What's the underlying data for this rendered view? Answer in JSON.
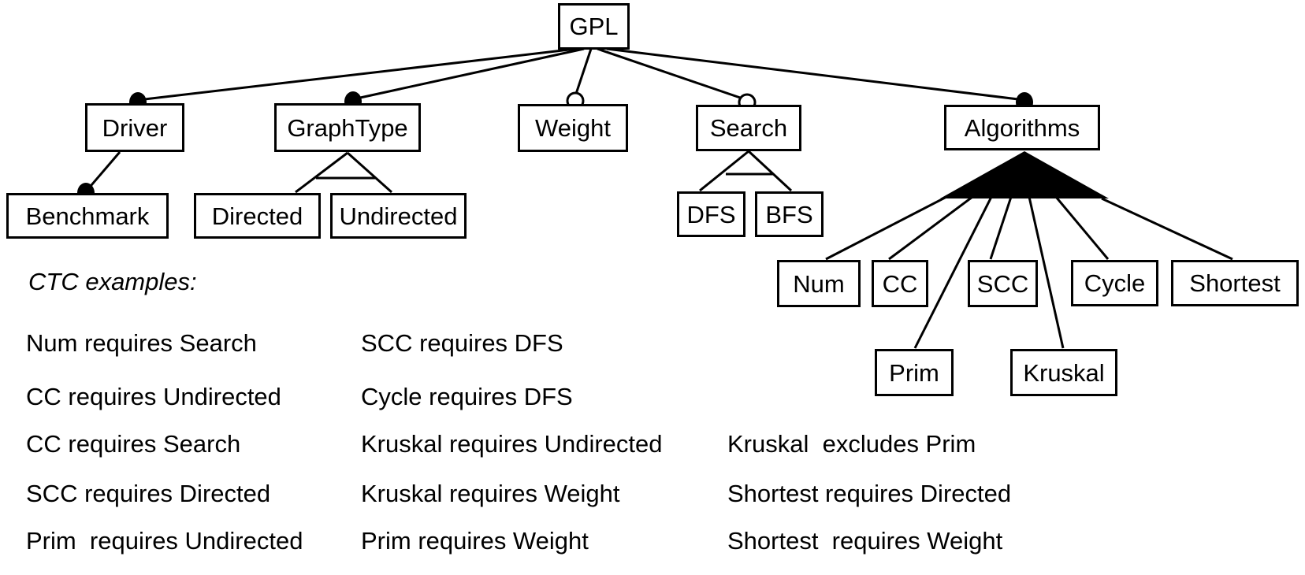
{
  "diagram_type": "feature-model",
  "features": {
    "gpl": "GPL",
    "driver": "Driver",
    "benchmark": "Benchmark",
    "graphtype": "GraphType",
    "directed": "Directed",
    "undirected": "Undirected",
    "weight": "Weight",
    "search": "Search",
    "dfs": "DFS",
    "bfs": "BFS",
    "algorithms": "Algorithms",
    "num": "Num",
    "cc": "CC",
    "scc": "SCC",
    "cycle": "Cycle",
    "shortest": "Shortest",
    "prim": "Prim",
    "kruskal": "Kruskal"
  },
  "tree": {
    "root": "GPL",
    "children": [
      {
        "name": "Driver",
        "relation": "mandatory",
        "children": [
          {
            "name": "Benchmark",
            "relation": "mandatory"
          }
        ]
      },
      {
        "name": "GraphType",
        "relation": "mandatory",
        "group": "xor",
        "members": [
          "Directed",
          "Undirected"
        ]
      },
      {
        "name": "Weight",
        "relation": "optional"
      },
      {
        "name": "Search",
        "relation": "optional",
        "group": "xor",
        "members": [
          "DFS",
          "BFS"
        ]
      },
      {
        "name": "Algorithms",
        "relation": "mandatory",
        "group": "or",
        "members": [
          "Num",
          "CC",
          "SCC",
          "Cycle",
          "Shortest",
          "Prim",
          "Kruskal"
        ]
      }
    ]
  },
  "ctc": {
    "heading": "CTC examples:",
    "col1": [
      "Num requires Search",
      "CC requires Undirected",
      "CC requires Search",
      "SCC requires Directed",
      "Prim  requires Undirected"
    ],
    "col2": [
      "SCC requires DFS",
      "Cycle requires DFS",
      "Kruskal requires Undirected",
      "Kruskal requires Weight",
      "Prim requires Weight"
    ],
    "col3": [
      "Kruskal  excludes Prim",
      "Shortest requires Directed",
      "Shortest  requires Weight"
    ]
  },
  "colors": {
    "line": "#000000",
    "text": "#000000",
    "background": "#ffffff",
    "mandatory_fill": "#000000",
    "optional_fill": "#ffffff",
    "or_group_fill": "#000000"
  }
}
